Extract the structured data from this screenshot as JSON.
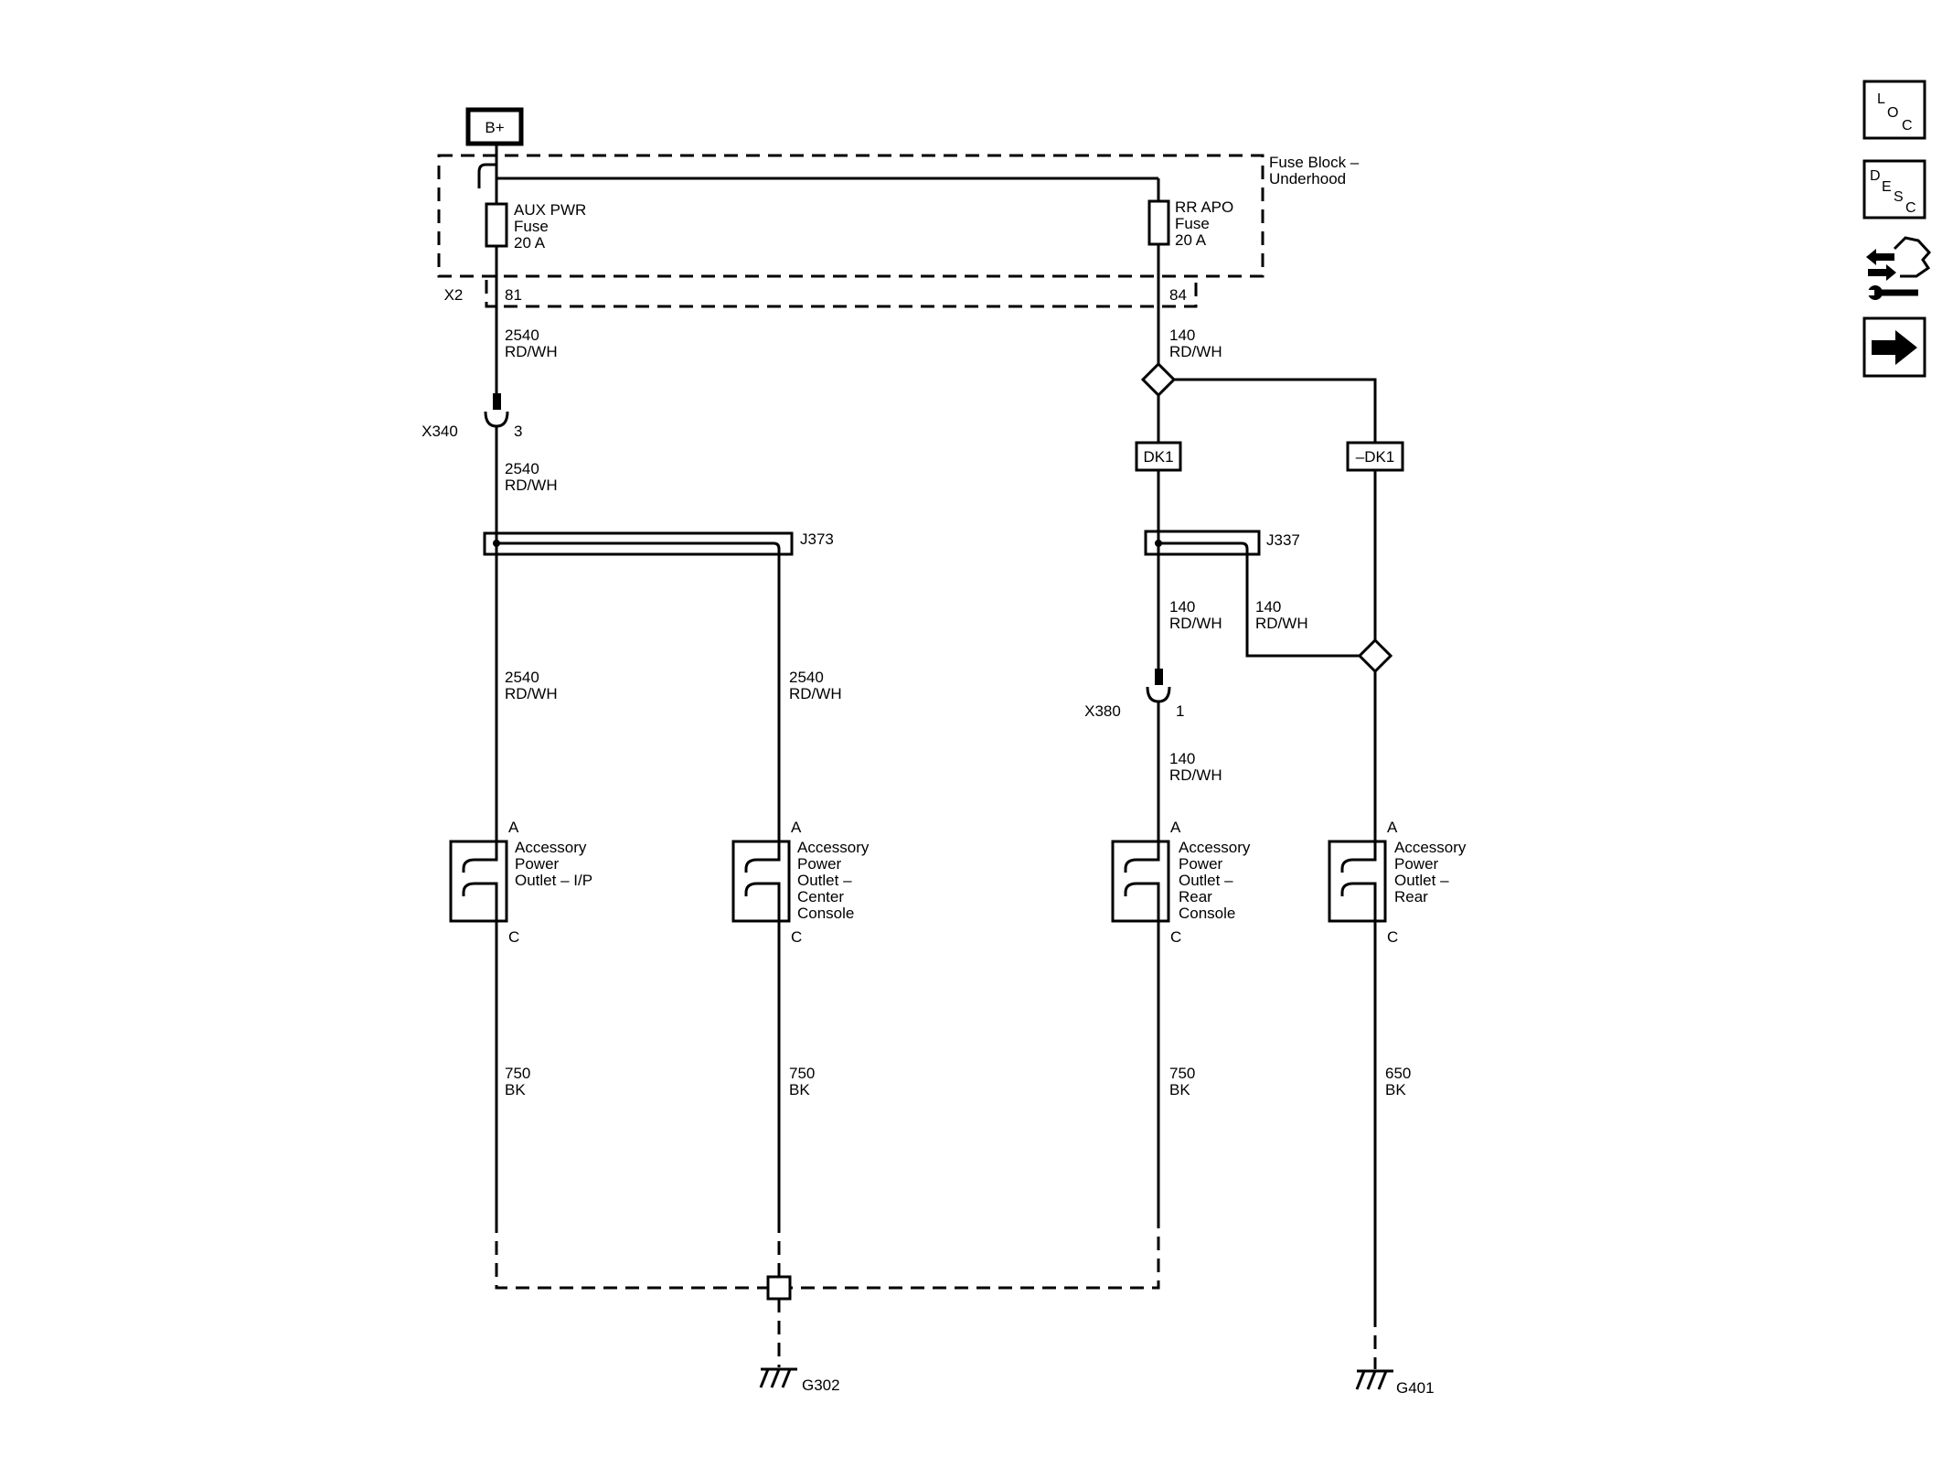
{
  "colors": {
    "line": "#000000",
    "background": "#ffffff"
  },
  "diagram": {
    "power_source": "B+",
    "fuse_block": {
      "name_line1": "Fuse Block –",
      "name_line2": "Underhood"
    },
    "fuses": [
      {
        "name": "AUX PWR",
        "type": "Fuse",
        "rating": "20 A"
      },
      {
        "name": "RR APO",
        "type": "Fuse",
        "rating": "20 A"
      }
    ],
    "fuse_block_connector": {
      "name": "X2",
      "pins": [
        "81",
        "84"
      ]
    },
    "inline_connectors": [
      {
        "name": "X340",
        "pin": "3"
      },
      {
        "name": "X380",
        "pin": "1"
      }
    ],
    "splices": [
      "J373",
      "J337"
    ],
    "options": [
      "DK1",
      "–DK1"
    ],
    "wires": [
      {
        "circuit": "2540",
        "color": "RD/WH"
      },
      {
        "circuit": "2540",
        "color": "RD/WH"
      },
      {
        "circuit": "2540",
        "color": "RD/WH"
      },
      {
        "circuit": "2540",
        "color": "RD/WH"
      },
      {
        "circuit": "140",
        "color": "RD/WH"
      },
      {
        "circuit": "140",
        "color": "RD/WH"
      },
      {
        "circuit": "140",
        "color": "RD/WH"
      },
      {
        "circuit": "140",
        "color": "RD/WH"
      },
      {
        "circuit": "750",
        "color": "BK"
      },
      {
        "circuit": "750",
        "color": "BK"
      },
      {
        "circuit": "750",
        "color": "BK"
      },
      {
        "circuit": "650",
        "color": "BK"
      }
    ],
    "outlets": [
      {
        "lines": [
          "Accessory",
          "Power",
          "Outlet – I/P"
        ],
        "pin_top": "A",
        "pin_bottom": "C"
      },
      {
        "lines": [
          "Accessory",
          "Power",
          "Outlet –",
          "Center",
          "Console"
        ],
        "pin_top": "A",
        "pin_bottom": "C"
      },
      {
        "lines": [
          "Accessory",
          "Power",
          "Outlet –",
          "Rear",
          "Console"
        ],
        "pin_top": "A",
        "pin_bottom": "C"
      },
      {
        "lines": [
          "Accessory",
          "Power",
          "Outlet –",
          "Rear"
        ],
        "pin_top": "A",
        "pin_bottom": "C"
      }
    ],
    "grounds": [
      "G302",
      "G401"
    ]
  },
  "nav": {
    "buttons": [
      {
        "icon": "loc-icon",
        "letters": [
          "L",
          "O",
          "C"
        ]
      },
      {
        "icon": "desc-icon",
        "letters": [
          "D",
          "E",
          "S",
          "C"
        ]
      },
      {
        "icon": "connector-repair-icon"
      },
      {
        "icon": "next-arrow-icon"
      }
    ]
  }
}
